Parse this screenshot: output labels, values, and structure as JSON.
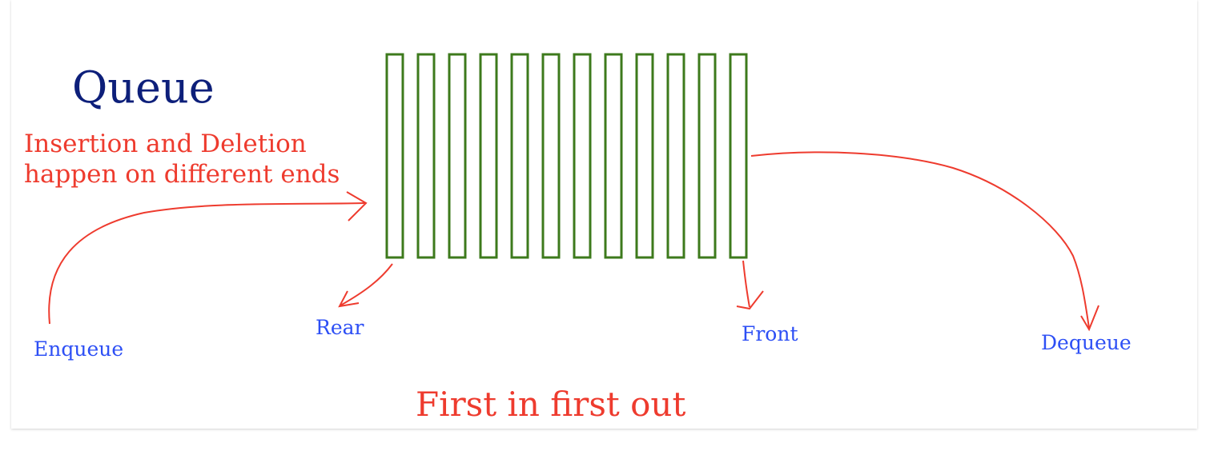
{
  "title": "Queue",
  "description_line1": "Insertion and Deletion",
  "description_line2": "happen on different ends",
  "labels": {
    "enqueue": "Enqueue",
    "rear": "Rear",
    "front": "Front",
    "dequeue": "Dequeue"
  },
  "caption": "First in first out",
  "queue_slot_count": 12,
  "colors": {
    "title": "#0d1f7a",
    "annotation": "#ee3b2e",
    "label": "#2d4ff5",
    "queue_slot": "#3d7a1c"
  }
}
